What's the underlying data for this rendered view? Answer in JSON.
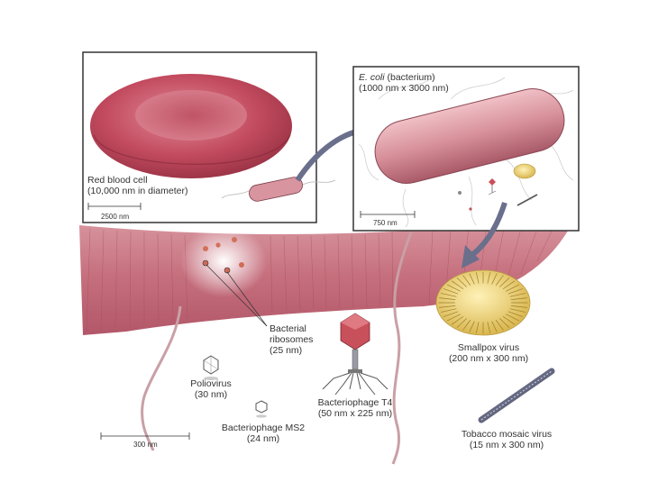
{
  "panels": {
    "rbc": {
      "title": "Red blood cell",
      "size": "(10,000 nm in diameter)",
      "scale": "2500 nm"
    },
    "ecoli": {
      "title_italic": "E. coli",
      "title_rest": " (bacterium)",
      "size": "(1000 nm x 3000 nm)",
      "scale": "750 nm"
    }
  },
  "labels": {
    "ribosomes": {
      "line1": "Bacterial",
      "line2": "ribosomes",
      "line3": "(25 nm)"
    },
    "poliovirus": {
      "line1": "Poliovirus",
      "line2": "(30 nm)"
    },
    "t4": {
      "line1": "Bacteriophage T4",
      "line2": "(50 nm x 225 nm)"
    },
    "ms2": {
      "line1": "Bacteriophage MS2",
      "line2": "(24 nm)"
    },
    "smallpox": {
      "line1": "Smallpox virus",
      "line2": "(200 nm x 300 nm)"
    },
    "tmv": {
      "line1": "Tobacco mosaic virus",
      "line2": "(15 nm x 300 nm)"
    }
  },
  "main_scale": "300 nm",
  "colors": {
    "cell_red": "#b8485a",
    "membrane": "#c98590",
    "smallpox_yellow": "#e8cf72",
    "t4_head": "#c8505a",
    "frame_border": "#333333"
  }
}
